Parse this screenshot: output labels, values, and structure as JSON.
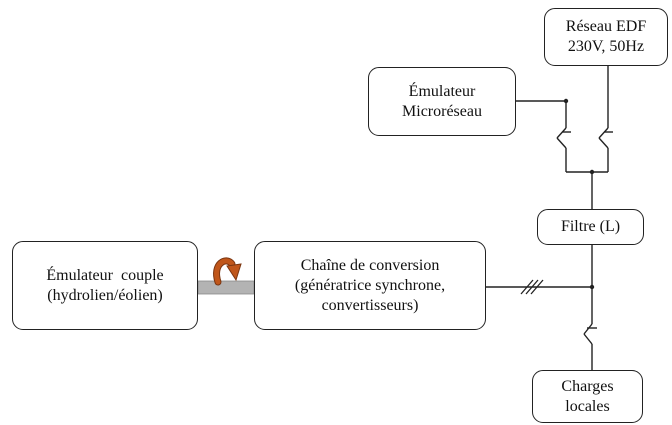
{
  "diagram": {
    "boxes": {
      "grid": {
        "line1": "Réseau EDF",
        "line2": "230V, 50Hz"
      },
      "microgrid": {
        "line1": "Émulateur",
        "line2": "Microréseau"
      },
      "filter": {
        "line1": "Filtre (L)"
      },
      "torque": {
        "line1": "Émulateur  couple",
        "line2": "(hydrolien/éolien)"
      },
      "conversion": {
        "line1": "Chaîne de conversion",
        "line2": "(génératrice synchrone,",
        "line3": "convertisseurs)"
      },
      "loads": {
        "line1": "Charges",
        "line2": "locales"
      }
    },
    "colors": {
      "line": "#222222",
      "shaft": "#b3b3b3",
      "rotation_arrow": "#c0561a"
    }
  }
}
